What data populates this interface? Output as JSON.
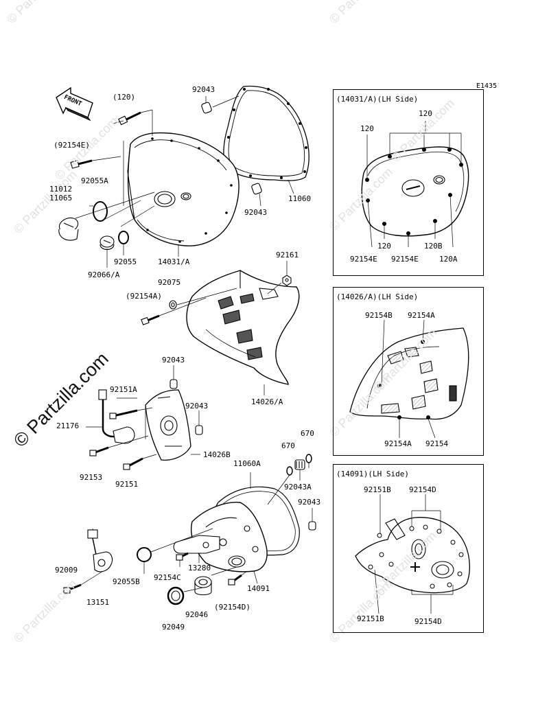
{
  "diagram_code": "E1435",
  "brand_watermark": "© Partzilla.com",
  "faint_watermark": "© Partzilla.com",
  "front_arrow_text": "FRONT",
  "main_labels": {
    "p120": "(120)",
    "p92043_top": "92043",
    "p92154E": "(92154E)",
    "p92055A": "92055A",
    "p11012": "11012",
    "p11065": "11065",
    "p92043_mid": "92043",
    "p11060": "11060",
    "p92055": "92055",
    "p92066A": "92066/A",
    "p14031A": "14031/A",
    "p92161": "92161",
    "p92075": "92075",
    "p92154A": "(92154A)",
    "p14026A": "14026/A",
    "p92043_b": "92043",
    "p92151A": "92151A",
    "p92043_c": "92043",
    "p21176": "21176",
    "p14026B": "14026B",
    "p92153": "92153",
    "p92151": "92151",
    "p670_a": "670",
    "p670_b": "670",
    "p11060A": "11060A",
    "p92043A": "92043A",
    "p92043_d": "92043",
    "p92009": "92009",
    "p92055B": "92055B",
    "p92154C": "92154C",
    "p13280": "13280",
    "p14091": "14091",
    "p13151": "13151",
    "p92046": "92046",
    "p92154D": "(92154D)",
    "p92049": "92049"
  },
  "boxes": {
    "box1": {
      "title": "(14031/A)(LH Side)",
      "labels": {
        "l120_top": "120",
        "l120_left": "120",
        "l92154E_a": "92154E",
        "l120_bot": "120",
        "l92154E_b": "92154E",
        "l120B": "120B",
        "l120A": "120A"
      }
    },
    "box2": {
      "title": "(14026/A)(LH Side)",
      "labels": {
        "l92154B": "92154B",
        "l92154A": "92154A",
        "l92154A_b": "92154A",
        "l92154": "92154"
      }
    },
    "box3": {
      "title": "(14091)(LH Side)",
      "labels": {
        "l92151B_top": "92151B",
        "l92154D_top": "92154D",
        "l92151B_bot": "92151B",
        "l92154D_bot": "92154D"
      }
    }
  }
}
